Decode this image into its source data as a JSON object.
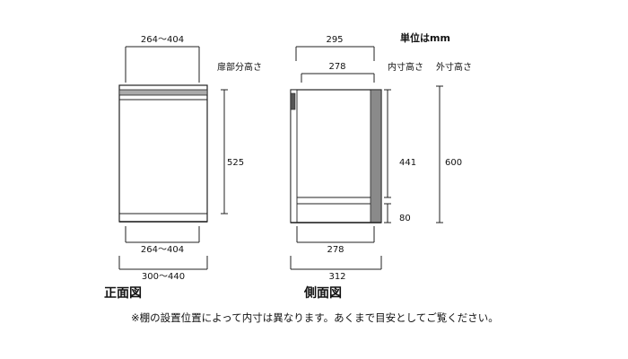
{
  "unit": "単位はmm",
  "column_headers": {
    "door_height": "扉部分高さ",
    "inner_height": "内寸高さ",
    "outer_height": "外寸高さ"
  },
  "front_view": {
    "title": "正面図",
    "top_width": "264～404",
    "height": "525",
    "bottom_inner_width": "264～404",
    "bottom_outer_width": "300～440"
  },
  "side_view": {
    "title": "側面図",
    "top_outer_depth": "295",
    "top_inner_depth": "278",
    "inner_height": "441",
    "base_height": "80",
    "outer_height": "600",
    "bottom_inner_depth": "278",
    "bottom_outer_depth": "312"
  },
  "note": "※棚の設置位置によって内寸は異なります。あくまで目安としてご覧ください。"
}
